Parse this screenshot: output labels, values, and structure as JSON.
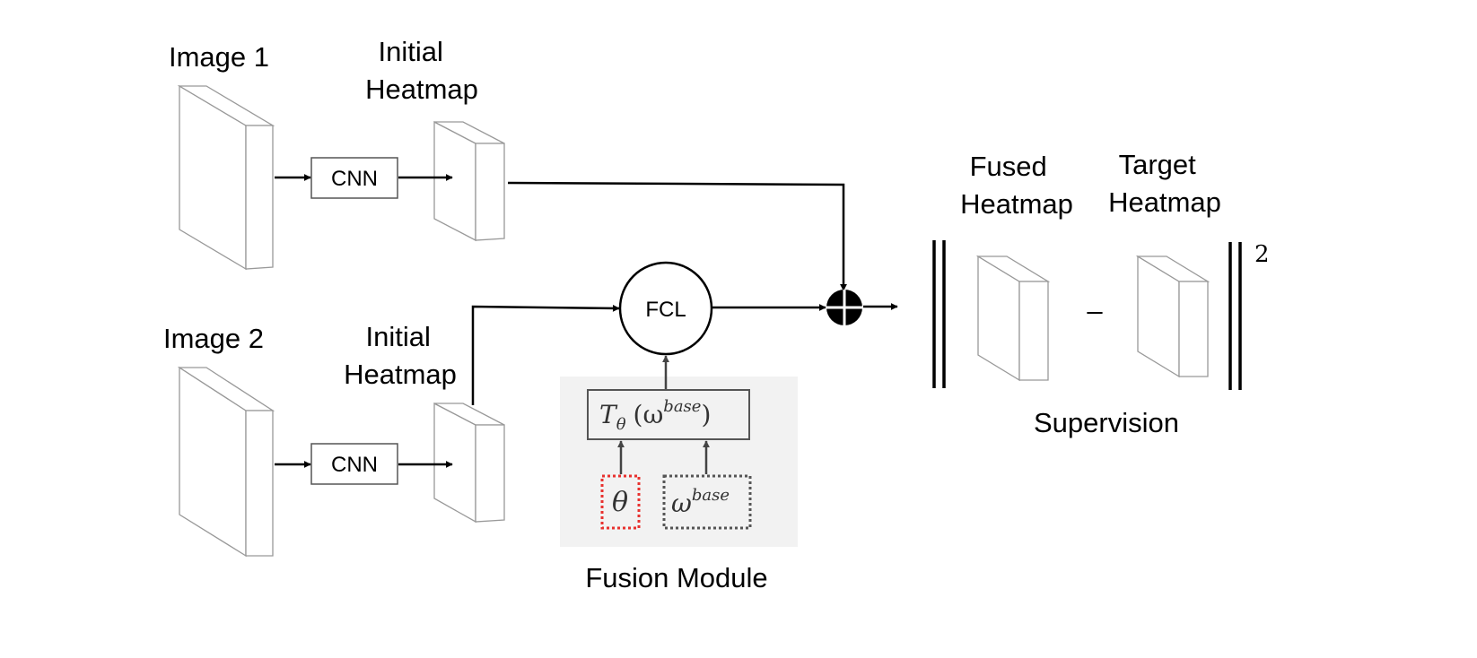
{
  "labels": {
    "image1": "Image 1",
    "image2": "Image 2",
    "initial_heatmap_1": [
      "Initial",
      "Heatmap"
    ],
    "initial_heatmap_2": [
      "Initial",
      "Heatmap"
    ],
    "fused_heatmap": [
      "Fused",
      "Heatmap"
    ],
    "target_heatmap": [
      "Target",
      "Heatmap"
    ],
    "supervision": "Supervision",
    "fusion_module": "Fusion Module",
    "minus": "–",
    "exponent": "2"
  },
  "nodes": {
    "cnn_1": "CNN",
    "cnn_2": "CNN",
    "fcl": "FCL",
    "transform": {
      "main": "T",
      "sub": "θ",
      "open": "(ω",
      "sup": "base",
      "close": ")"
    },
    "theta": "θ",
    "omega_base": {
      "main": "ω",
      "sup": "base"
    }
  },
  "colors": {
    "stroke": "#000000",
    "box_edge": "#999999",
    "fusion_bg": "#f2f2f2",
    "theta_red": "#e8312f",
    "dotted_gray": "#555555"
  }
}
